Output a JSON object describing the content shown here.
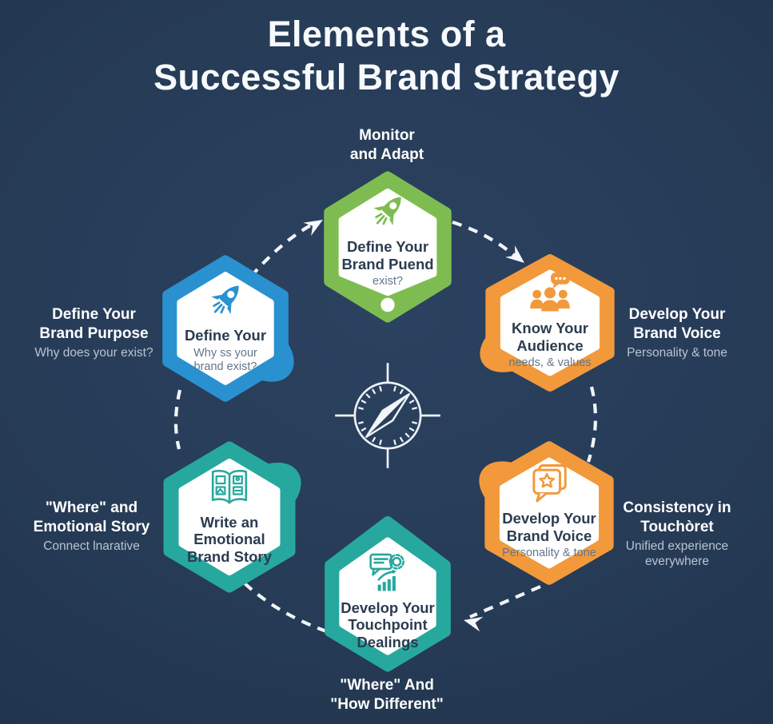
{
  "title": "Elements of a\nSuccessful Brand Strategy",
  "colors": {
    "background": "#24384f",
    "green": "#7ebc51",
    "orange": "#f2993b",
    "teal": "#27a89e",
    "blue": "#2a91d0",
    "label_text": "#ffffff",
    "label_muted": "#b9c4d2",
    "node_title": "#2b3c50",
    "node_subtitle": "#64758a",
    "arrow": "#f1f5f8"
  },
  "center": {
    "icon": "compass-icon"
  },
  "nodes": [
    {
      "id": "top-green",
      "icon": "rocket-icon",
      "color": "green",
      "outside_title": "Monitor\nand Adapt",
      "title": "Define Your\nBrand Puend",
      "subtitle": "exist?"
    },
    {
      "id": "right-top-orange",
      "icon": "audience-speech-icon",
      "color": "orange",
      "title": "Know Your\nAudience",
      "subtitle": "needs, & values",
      "outside_title": "Develop Your\nBrand Voice",
      "outside_subtitle": "Personality & tone"
    },
    {
      "id": "right-bottom-orange",
      "icon": "chat-star-icon",
      "color": "orange",
      "title": "Develop Your\nBrand Voice",
      "subtitle": "Personality & tone",
      "outside_title": "Consistency in\nTouchòret",
      "outside_subtitle": "Unified experience\neverywhere"
    },
    {
      "id": "bottom-teal",
      "icon": "message-gear-chart-icon",
      "color": "teal",
      "title": "Develop Your\nTouchpoint\nDealings",
      "outside_title": "\"Where\" And\n\"How Different\""
    },
    {
      "id": "left-bottom-teal",
      "icon": "open-book-icon",
      "color": "teal",
      "title": "Write an\nEmotional\nBrand Story",
      "outside_title": "\"Where\" and\nEmotional Story",
      "outside_subtitle": "Connect lnarative"
    },
    {
      "id": "left-top-blue",
      "icon": "rocket-icon",
      "color": "blue",
      "title": "Define Your",
      "subtitle": "Why ss your\nbrand exist?",
      "outside_title": "Define Your\nBrand Purpose",
      "outside_subtitle": "Why does your exist?"
    }
  ]
}
